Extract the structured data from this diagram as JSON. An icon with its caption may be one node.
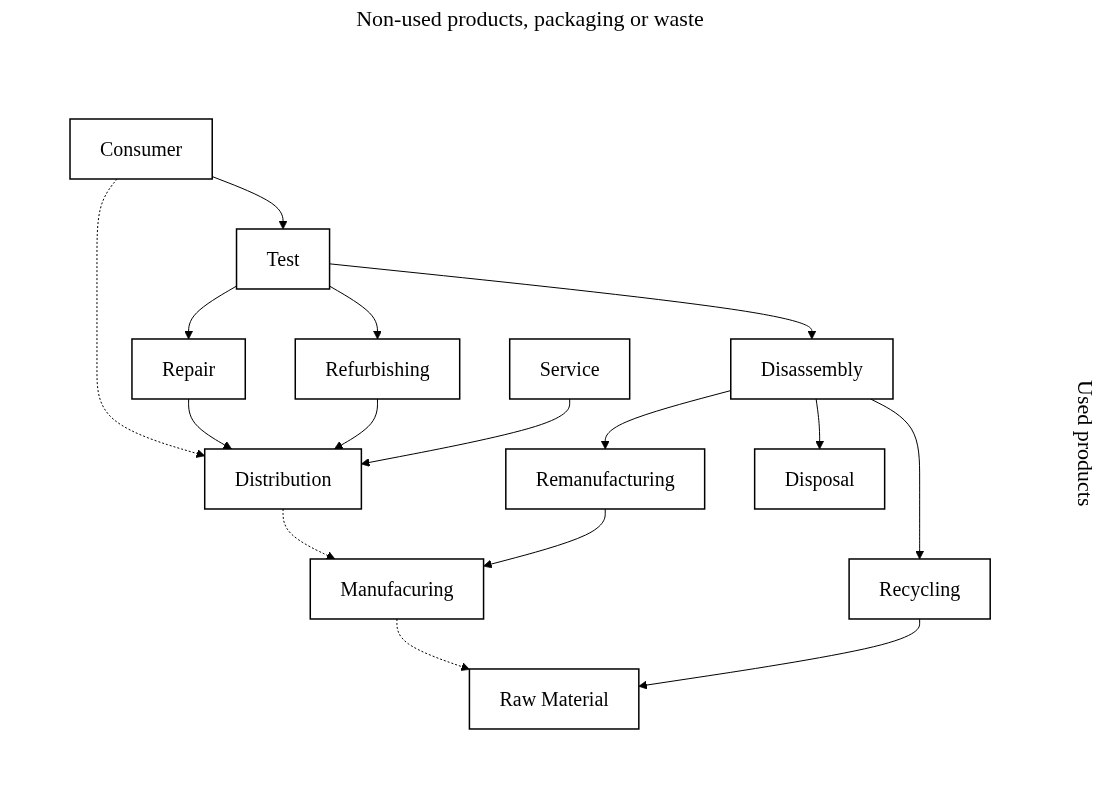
{
  "diagram": {
    "nodes": [
      {
        "text": [
          "Raw Material"
        ]
      },
      {
        "text": [
          "Manufacuring"
        ]
      },
      {
        "text": [
          "Distribution"
        ]
      },
      {
        "text": [
          "Consumer"
        ]
      },
      {
        "text": [
          "Repair"
        ]
      },
      {
        "text": [
          "Test"
        ]
      },
      {
        "text": [
          "Refurbishing"
        ]
      },
      {
        "text": [
          "Service"
        ]
      },
      {
        "text": [
          "Disassembly"
        ]
      },
      {
        "text": [
          "Remanufacturing"
        ]
      },
      {
        "text": [
          "Recycling"
        ]
      },
      {
        "text": [
          "Disposal"
        ]
      }
    ],
    "edges": [
      {
        "from": 3,
        "to": 2,
        "arrow": "to",
        "style": "dashed"
      },
      {
        "from": 2,
        "to": 1,
        "arrow": "to",
        "style": "dashed"
      },
      {
        "from": 1,
        "to": 0,
        "arrow": "to",
        "style": "dashed"
      },
      {
        "from": 3,
        "to": 5,
        "arrow": "to"
      },
      {
        "from": 5,
        "to": 4,
        "arrow": "to"
      },
      {
        "from": 5,
        "to": 6,
        "arrow": "to"
      },
      {
        "from": 5,
        "to": 8,
        "arrow": "to"
      },
      {
        "from": 4,
        "to": 2,
        "arrow": "to"
      },
      {
        "from": 6,
        "to": 2,
        "arrow": "to"
      },
      {
        "from": 7,
        "to": 2,
        "arrow": "to"
      },
      {
        "from": 8,
        "to": 9,
        "arrow": "to"
      },
      {
        "from": 8,
        "to": 10,
        "arrow": "to"
      },
      {
        "from": 8,
        "to": 11,
        "arrow": "to"
      },
      {
        "from": 9,
        "to": 1,
        "arrow": "to"
      },
      {
        "from": 10,
        "to": 0,
        "arrow": "to"
      }
    ],
    "labels": [
      "Non-used products, packaging or waste",
      "Used products"
    ]
  }
}
